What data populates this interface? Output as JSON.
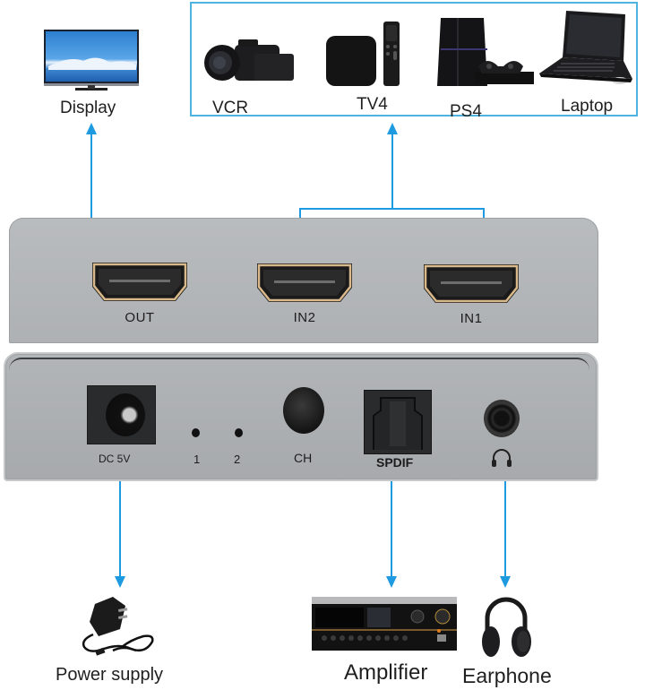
{
  "top": {
    "output_device": {
      "label": "Display",
      "icon": "tv-monitor-icon"
    },
    "source_devices": [
      {
        "label": "VCR",
        "icon": "camcorder-icon"
      },
      {
        "label": "TV4",
        "icon": "streaming-box-icon"
      },
      {
        "label": "PS4",
        "icon": "game-console-icon"
      },
      {
        "label": "Laptop",
        "icon": "laptop-icon"
      }
    ]
  },
  "front_panel": {
    "ports": [
      {
        "label": "OUT",
        "type": "hdmi"
      },
      {
        "label": "IN2",
        "type": "hdmi"
      },
      {
        "label": "IN1",
        "type": "hdmi"
      }
    ]
  },
  "back_panel": {
    "dc_label": "DC 5V",
    "led_labels": [
      "1",
      "2"
    ],
    "button_label": "CH",
    "optical_label": "SPDIF",
    "headphone_icon": "headphone-icon"
  },
  "bottom": {
    "power": {
      "label": "Power supply",
      "icon": "power-adapter-icon"
    },
    "amplifier": {
      "label": "Amplifier",
      "icon": "amplifier-icon"
    },
    "earphone": {
      "label": "Earphone",
      "icon": "headphones-icon"
    }
  },
  "colors": {
    "arrow": "#1e9be0",
    "box_border": "#4fb3e0",
    "panel": "#b4b7ba",
    "hdmi_gold": "#d9b98a"
  }
}
